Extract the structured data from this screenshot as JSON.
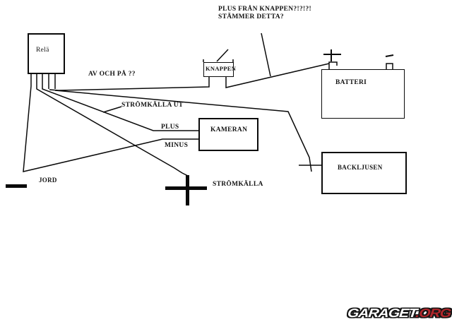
{
  "colors": {
    "ink": "#0a0a0a",
    "background": "#ffffff",
    "watermark_accent": "#b2262b"
  },
  "annotations": {
    "question_line1": "PLUS FRÅN KNAPPEN?!?!?!",
    "question_line2": "STÄMMER DETTA?",
    "av_och_pa": "AV OCH PÅ ??",
    "stromkalla_ut": "STRÖMKÄLLA UT",
    "plus": "PLUS",
    "minus": "MINUS",
    "jord": "JORD",
    "stromkalla": "STRÖMKÄLLA"
  },
  "components": {
    "rela": "Relä",
    "knappen": "KNAPPEN",
    "batteri": "BATTERI",
    "kameran": "KAMERAN",
    "backljusen": "BACKLJUSEN"
  },
  "watermark": {
    "name": "GARAGET",
    "tld": ".ORG"
  }
}
